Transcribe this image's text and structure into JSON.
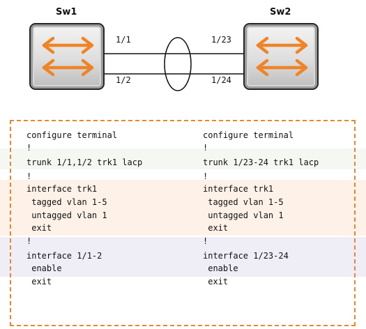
{
  "switches": {
    "left": {
      "label": "Sw1",
      "icon": "switch-arrows-icon"
    },
    "right": {
      "label": "Sw2",
      "icon": "switch-arrows-icon"
    }
  },
  "ports": {
    "left_top": "1/1",
    "left_bottom": "1/2",
    "right_top": "1/23",
    "right_bottom": "1/24"
  },
  "colors": {
    "accent_orange": "#e8872e",
    "band_green": "#f5f8f2",
    "band_orange": "#fdf1e8",
    "band_purple": "#efedf5"
  },
  "config": {
    "sw1": [
      "configure terminal",
      "!",
      "trunk 1/1,1/2 trk1 lacp",
      "!",
      "interface trk1",
      " tagged vlan 1-5",
      " untagged vlan 1",
      " exit",
      "!",
      "interface 1/1-2",
      " enable",
      " exit"
    ],
    "sw2": [
      "configure terminal",
      "!",
      "trunk 1/23-24 trk1 lacp",
      "!",
      "interface trk1",
      " tagged vlan 1-5",
      " untagged vlan 1",
      " exit",
      "!",
      "interface 1/23-24",
      " enable",
      " exit"
    ]
  }
}
